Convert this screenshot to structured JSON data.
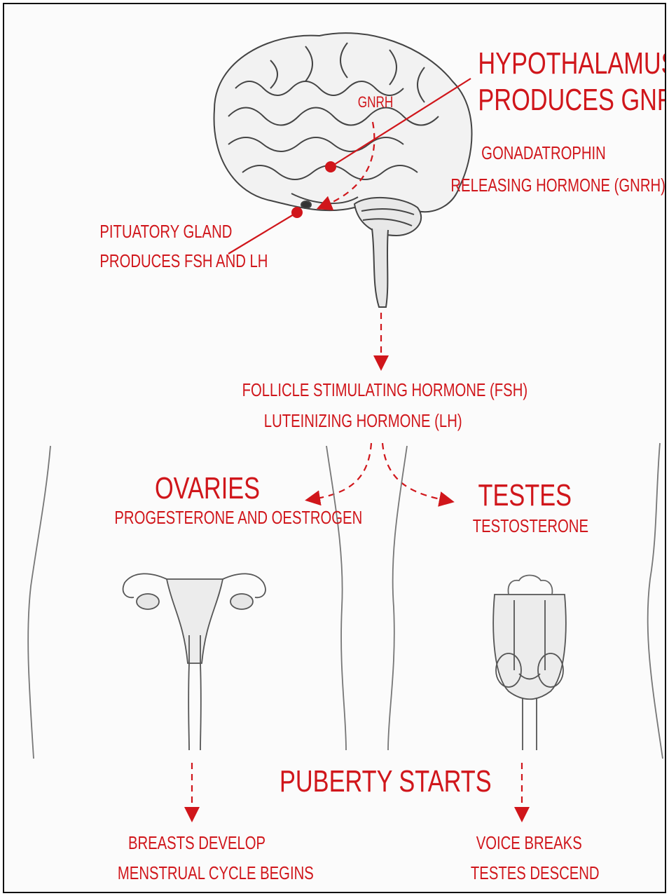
{
  "colors": {
    "accent": "#d0161b",
    "pencil": "#555555",
    "paper": "#fbfbfb"
  },
  "hypothalamus": {
    "title_line1": "HYPOTHALAMUS",
    "title_line2": "PRODUCES GnRH",
    "sub_line1": "GONADATROPHIN",
    "sub_line2": "RELEASING HORMONE (GnRH)"
  },
  "gnrh_tag": "GnRH",
  "pituitary": {
    "line1": "PITUATORY GLAND",
    "line2": "PRODUCES FSH AND LH"
  },
  "hormones": {
    "line1": "FOLLICLE STIMULATING HORMONE (FSH)",
    "line2": "LUTEINIZING HORMONE (LH)"
  },
  "ovaries": {
    "title": "OVARIES",
    "sub": "PROGESTERONE AND OESTROGEN"
  },
  "testes": {
    "title": "TESTES",
    "sub": "TESTOSTERONE"
  },
  "puberty": "PUBERTY STARTS",
  "female_effects": {
    "line1": "BREASTS DEVELOP",
    "line2": "MENSTRUAL CYCLE BEGINS"
  },
  "male_effects": {
    "line1": "VOICE BREAKS",
    "line2": "TESTES DESCEND"
  }
}
